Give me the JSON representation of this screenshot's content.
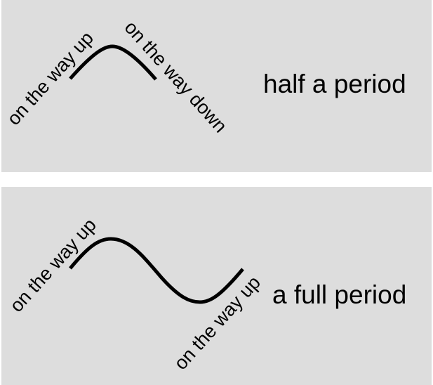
{
  "panels": [
    {
      "caption": "half a period",
      "labels": [
        "on the way up",
        "on the way down"
      ]
    },
    {
      "caption": "a full period",
      "labels": [
        "on the way up",
        "on the way up"
      ]
    }
  ]
}
